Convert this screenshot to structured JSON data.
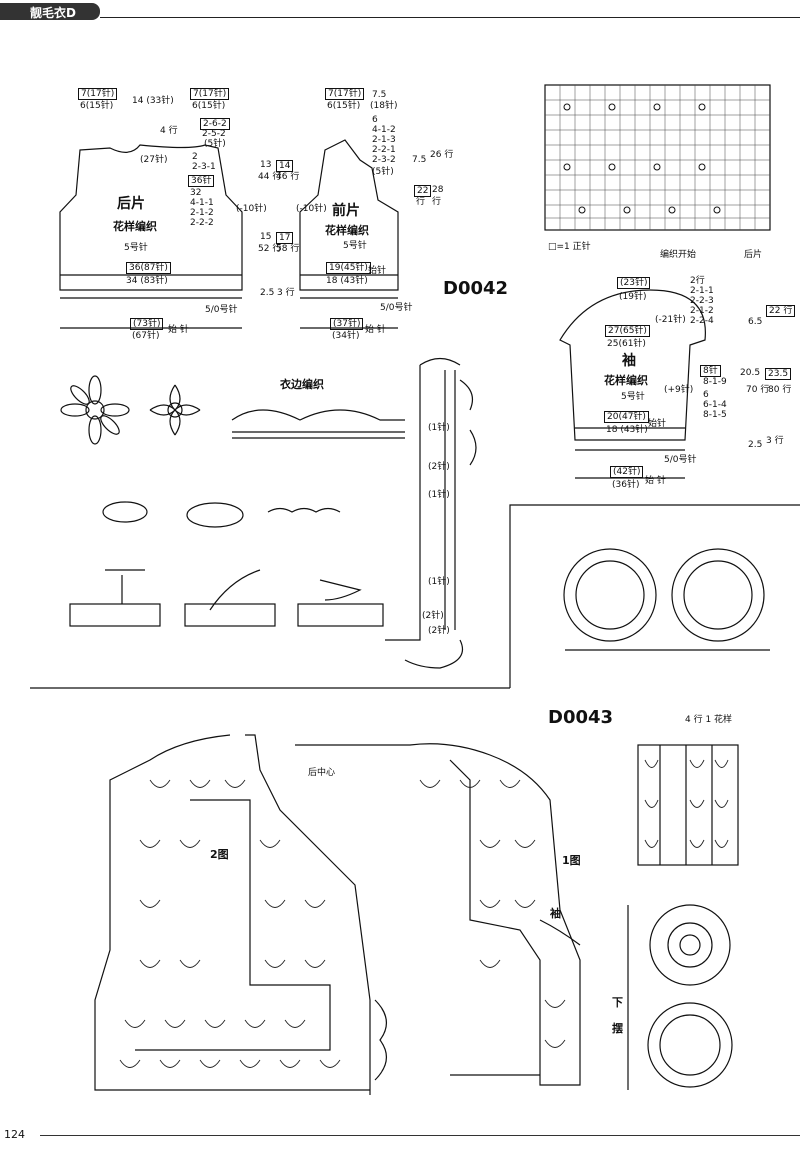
{
  "header": {
    "title": "靓毛衣D"
  },
  "codes": {
    "d0042": "D0042",
    "d0043": "D0043"
  },
  "back_panel": {
    "title": "后片",
    "pattern": "花样编织",
    "needle": "5号针",
    "top_left_box": "7(17针)",
    "top_left_sub": "6(15针)",
    "top_mid": "14 (33针)",
    "top_right_box": "7(17针)",
    "top_right_sub": "6(15针)",
    "neck_rows": "4 行",
    "neck_stitch": "(27针)",
    "shape1": "2-6-2",
    "shape2": "2-5-2",
    "shape3": "(5针)",
    "shape4": "2",
    "shape5": "2-3-1",
    "shape_box": "36针",
    "shape6": "32",
    "shape7": "4-1-1",
    "shape8": "2-1-2",
    "shape9": "2-2-2",
    "armhole": "(-10针)",
    "h1": "13",
    "h1b": "44 行",
    "h2": "14",
    "h2b": "46 行",
    "h3": "15",
    "h3b": "52 行",
    "h4": "17",
    "h4b": "58 行",
    "bottom_box": "36(87针)",
    "bottom_sub": "34 (83针)",
    "rib": "5/0号针",
    "rib_h": "2.5",
    "rib_rows": "3 行",
    "width_box": "(73针)",
    "width_sub": "(67针)",
    "start": "始 针"
  },
  "front_panel": {
    "title": "前片",
    "pattern": "花样编织",
    "needle": "5号针",
    "top_box": "7(17针)",
    "top_sub": "6(15针)",
    "top_val": "7.5",
    "top_val2": "(18针)",
    "s1": "6",
    "s2": "4-1-2",
    "s3": "2-1-3",
    "s4": "2-2-1",
    "s5": "2-3-2",
    "s6": "(5针)",
    "armhole": "(-10针)",
    "r1": "7.5",
    "r2": "26 行",
    "r3": "22",
    "r4": "行",
    "r5": "28",
    "r6": "行",
    "bottom_box": "19(45针)",
    "bottom_sub": "18 (43针)",
    "start_needle": "始针",
    "rib": "5/0号针",
    "width_box": "(37针)",
    "width_sub": "(34针)",
    "start": "始 针"
  },
  "chart_legend": {
    "legend": "□=1 正针",
    "start": "编织开始",
    "back": "后片"
  },
  "sleeve": {
    "title": "袖",
    "pattern": "花样编织",
    "needle": "5号针",
    "top_box": "(23针)",
    "top_sub": "(19针)",
    "cap1": "2行",
    "cap2": "2-1-1",
    "cap3": "2-2-3",
    "cap4": "2-1-2",
    "cap5": "2-2-4",
    "cap_minus": "(-21针)",
    "mid_box": "27(65针)",
    "mid_sub": "25(61针)",
    "cap_h": "6.5",
    "cap_rows": "22 行",
    "inc_box": "8针",
    "inc1": "8-1-9",
    "inc_plus": "(+9针)",
    "inc2": "6",
    "inc3": "6-1-4",
    "inc4": "8-1-5",
    "len1": "20.5",
    "len2": "70 行",
    "len3": "23.5",
    "len4": "80 行",
    "cuff_box": "20(47针)",
    "cuff_sub": "18 (43针)",
    "start_needle": "始针",
    "rib": "5/0号针",
    "rib_h": "2.5",
    "rib_rows": "3 行",
    "width_box": "(42针)",
    "width_sub": "(36针)",
    "start": "始 针"
  },
  "edging": {
    "title": "衣边编织",
    "r1": "(1针)",
    "r2": "(2针)",
    "r3": "(1针)",
    "r4": "(1针)",
    "r5": "(2针)",
    "r6": "(2针)"
  },
  "d0043": {
    "fig2": "2图",
    "fig1": "1图",
    "back_center": "后中心",
    "sleeve": "袖",
    "hem": "下摆",
    "motif": "4 行 1 花样"
  },
  "footer": {
    "page": "124"
  }
}
